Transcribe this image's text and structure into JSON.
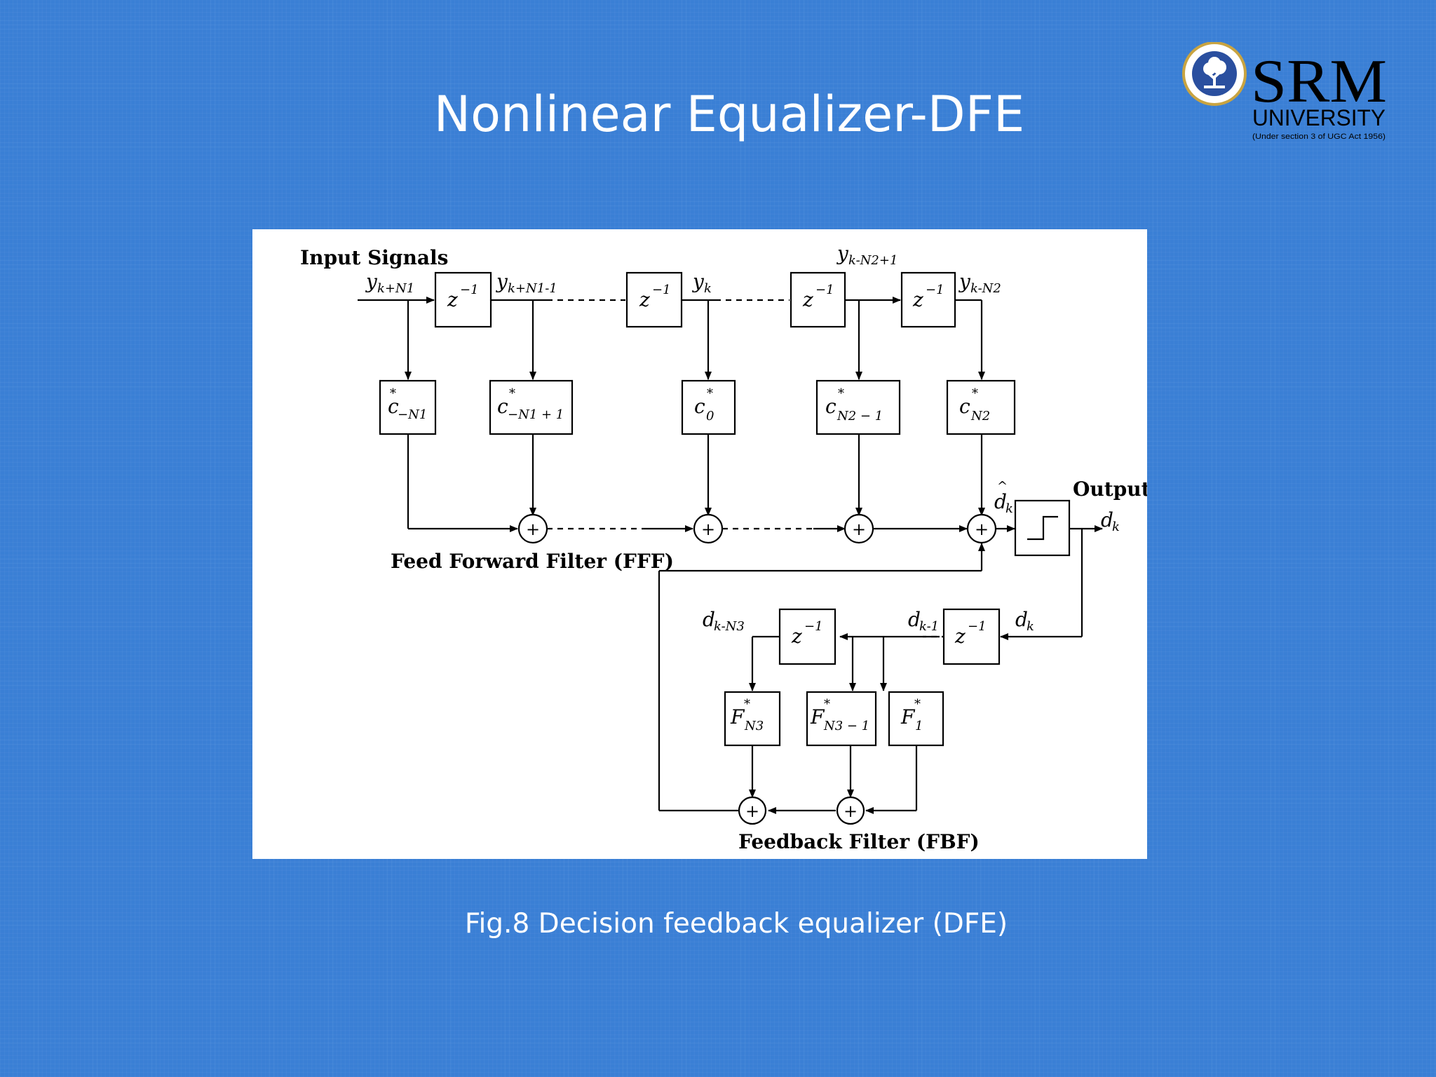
{
  "slide": {
    "title": "Nonlinear Equalizer-DFE",
    "caption": "Fig.8 Decision feedback equalizer (DFE)"
  },
  "logo": {
    "brand": "SRM",
    "university": "UNIVERSITY",
    "tagline": "(Under section 3 of UGC Act 1956)",
    "colors": {
      "text": "#1b3f95",
      "seal": "#2a4f9f",
      "ring": "#c9a441"
    }
  },
  "diagram": {
    "labels": {
      "input_signals": "Input Signals",
      "output": "Output",
      "fff": "Feed Forward Filter (FFF)",
      "fbf": "Feedback Filter (FBF)"
    },
    "delay_label": "z",
    "delay_exp": "−1",
    "sum_symbol": "+",
    "signals": {
      "y_in": {
        "base": "y",
        "sub": "k+N1"
      },
      "y_in_minus": {
        "base": "y",
        "sub": "k+N1-1"
      },
      "y_k": {
        "base": "y",
        "sub": "k"
      },
      "y_n2p1": {
        "base": "y",
        "sub": "k-N2+1"
      },
      "y_n2": {
        "base": "y",
        "sub": "k-N2"
      },
      "d_hat": {
        "base": "d",
        "sub": "k"
      },
      "d_out": {
        "base": "d",
        "sub": "k"
      },
      "d_fb_in": {
        "base": "d",
        "sub": "k"
      },
      "d_k1": {
        "base": "d",
        "sub": "k-1"
      },
      "d_n3": {
        "base": "d",
        "sub": "k-N3"
      }
    },
    "ff_coeffs": [
      {
        "base": "c",
        "sub": "−N1"
      },
      {
        "base": "c",
        "sub": "−N1 + 1"
      },
      {
        "base": "c",
        "sub": "0"
      },
      {
        "base": "c",
        "sub": "N2 − 1"
      },
      {
        "base": "c",
        "sub": "N2"
      }
    ],
    "fb_coeffs": [
      {
        "base": "F",
        "sub": "N3"
      },
      {
        "base": "F",
        "sub": "N3 − 1"
      },
      {
        "base": "F",
        "sub": "1"
      }
    ],
    "conj": "*",
    "hat": "^"
  }
}
